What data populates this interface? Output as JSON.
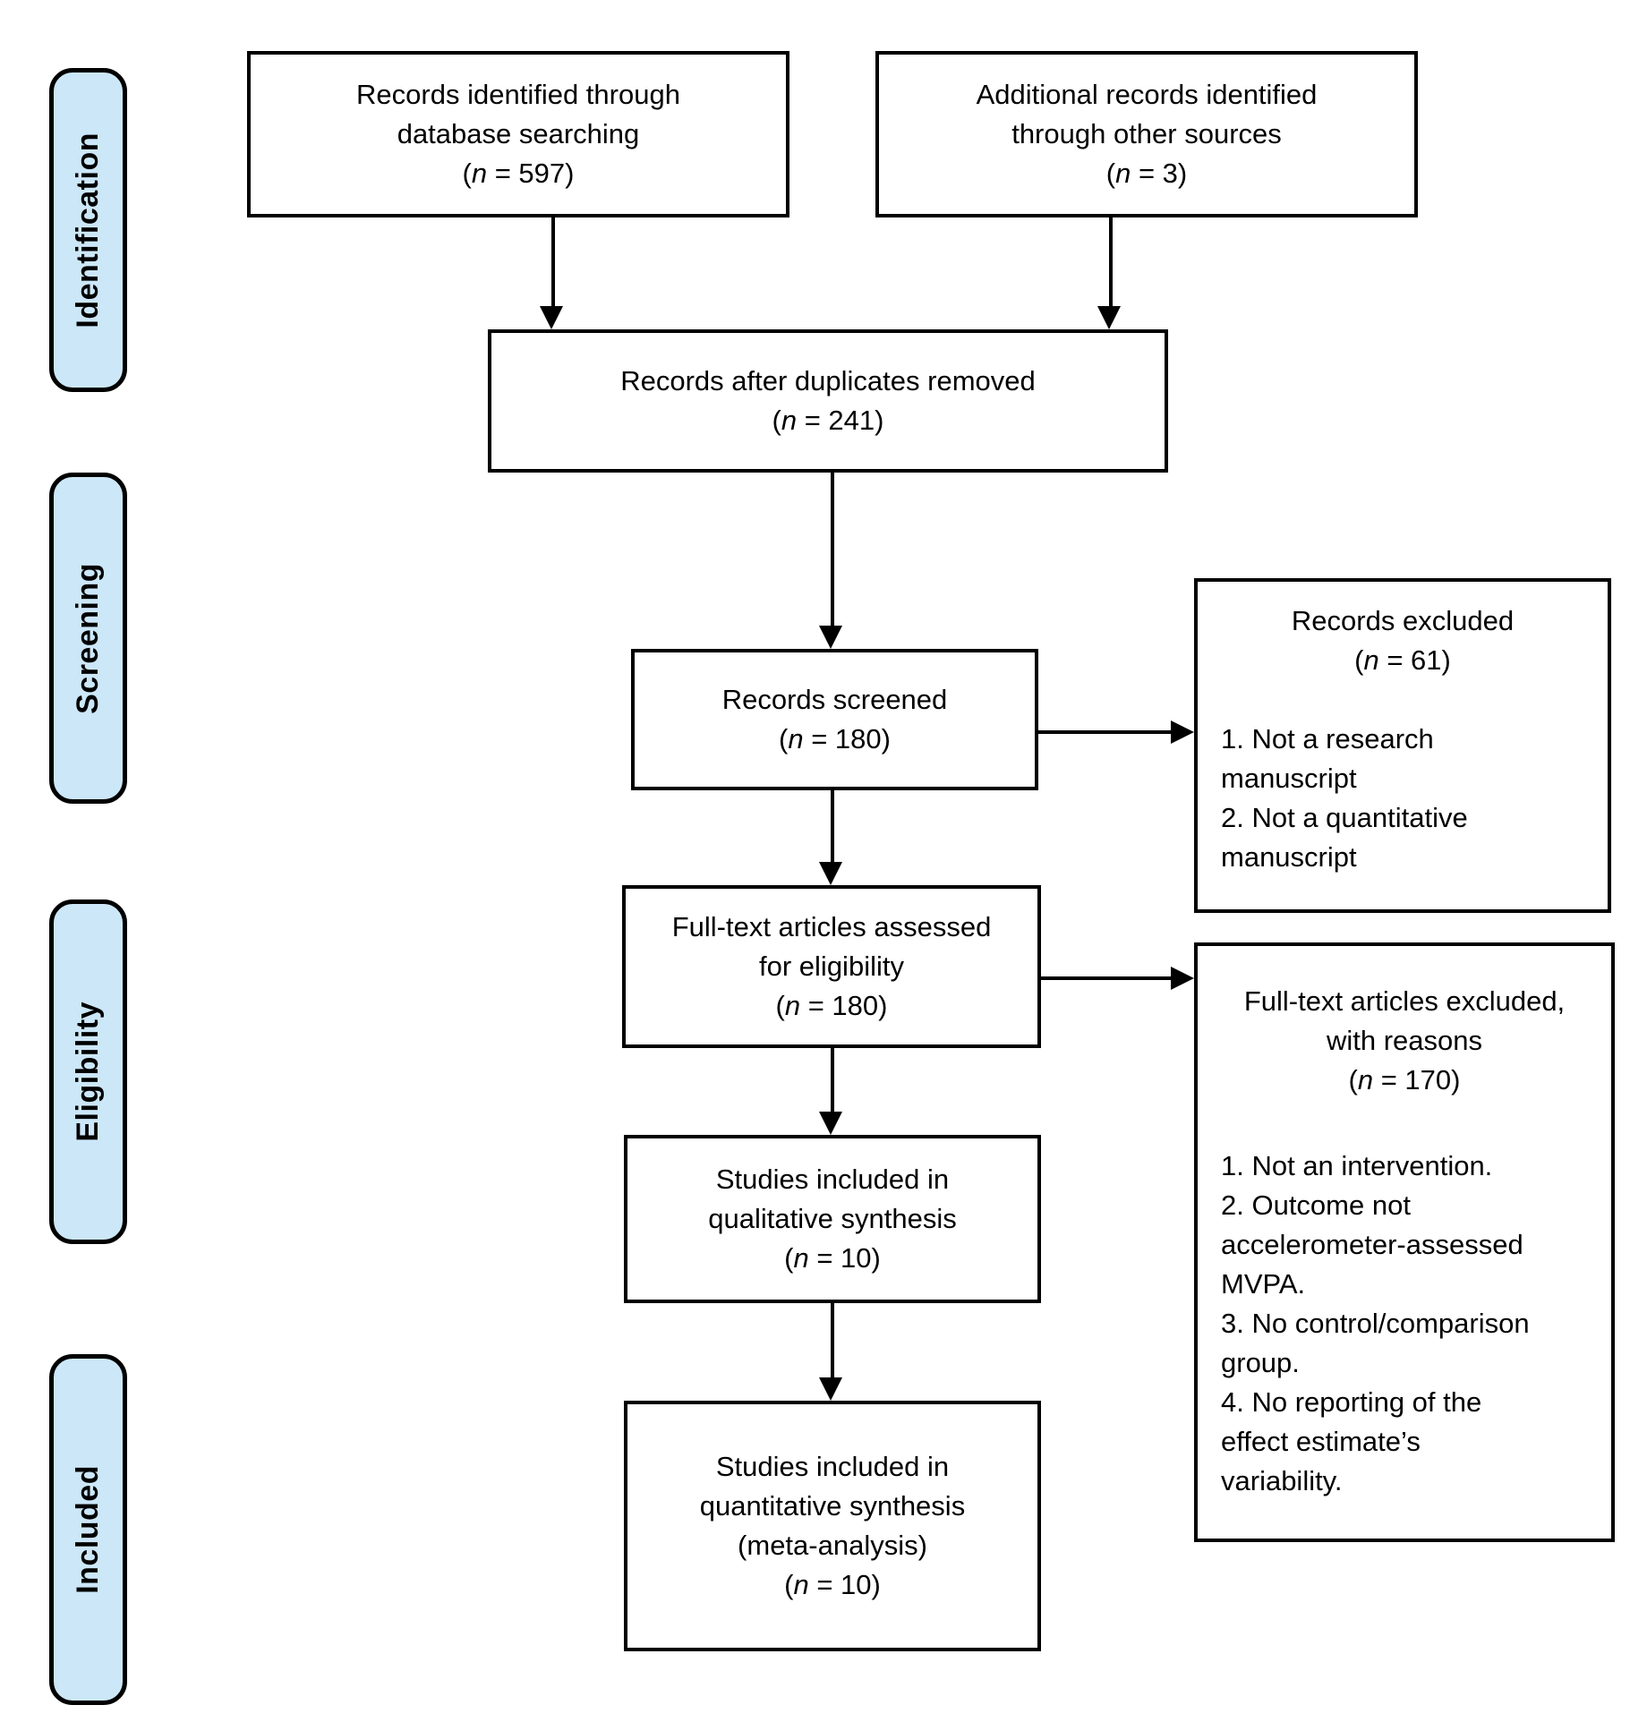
{
  "stages": {
    "identification": "Identification",
    "screening": "Screening",
    "eligibility": "Eligibility",
    "included": "Included"
  },
  "boxes": {
    "identified": {
      "lines": [
        "Records identified through",
        "database searching"
      ],
      "count": "(n = 597)"
    },
    "additional": {
      "lines": [
        "Additional records identified",
        "through other sources"
      ],
      "count": "(n = 3)"
    },
    "duplicates": {
      "lines": [
        "Records after duplicates removed"
      ],
      "count": "(n = 241)"
    },
    "screened": {
      "lines": [
        "Records screened"
      ],
      "count": "(n = 180)"
    },
    "records_excluded": {
      "title": "Records excluded",
      "count": "(n = 61)",
      "reason_lines": [
        "1. Not a research",
        "manuscript",
        "2. Not a quantitative",
        "manuscript"
      ]
    },
    "fulltext": {
      "lines": [
        "Full-text articles assessed",
        "for eligibility"
      ],
      "count": "(n = 180)"
    },
    "fulltext_excluded": {
      "title_lines": [
        "Full-text articles excluded,",
        "with reasons"
      ],
      "count": "(n = 170)",
      "reason_lines": [
        "1. Not an intervention.",
        "2. Outcome not",
        "accelerometer-assessed",
        "MVPA.",
        "3. No control/comparison",
        "group.",
        "4. No reporting of the",
        "effect estimate’s",
        "variability."
      ]
    },
    "qualitative": {
      "lines": [
        "Studies included in",
        "qualitative synthesis"
      ],
      "count": "(n = 10)"
    },
    "quantitative": {
      "lines": [
        "Studies included in",
        "quantitative synthesis",
        "(meta-analysis)"
      ],
      "count": "(n = 10)"
    }
  },
  "colors": {
    "stage_fill": "#cce7f8",
    "box_fill": "#ffffff",
    "ink": "#000000"
  }
}
